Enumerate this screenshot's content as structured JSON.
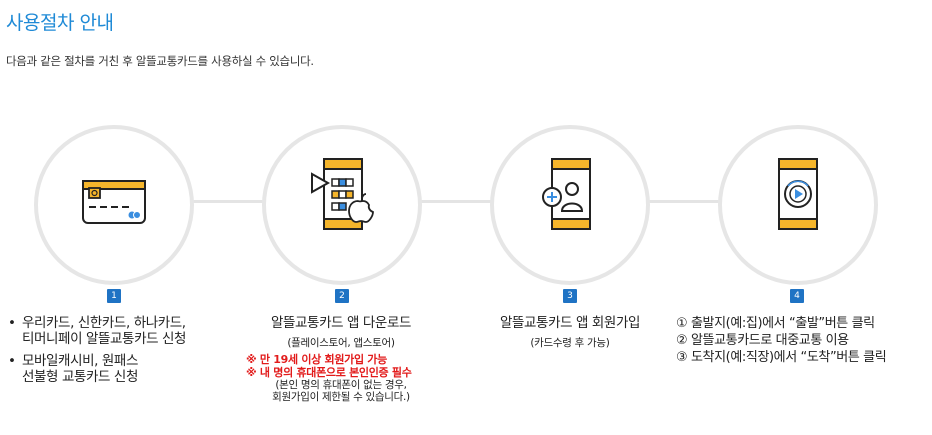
{
  "header": {
    "title": "사용절차 안내",
    "subtitle": "다음과 같은 절차를 거친 후 알뜰교통카드를 사용하실 수 있습니다."
  },
  "steps": [
    {
      "number": "1",
      "icon": "credit-card-icon",
      "bullets": [
        {
          "dot": "•",
          "line1": "우리카드, 신한카드, 하나카드,",
          "line2": "티머니페이  알뜰교통카드 신청"
        },
        {
          "dot": "•",
          "line1": "모바일캐시비, 원패스",
          "line2": "선불형 교통카드 신청"
        }
      ]
    },
    {
      "number": "2",
      "icon": "app-download-icon",
      "title": "알뜰교통카드 앱 다운로드",
      "note": "(플레이스토어, 앱스토어)",
      "warning1": "※ 만 19세 이상 회원가입 가능",
      "warning2": "※ 내 명의 휴대폰으로 본인인증 필수",
      "extra1": "(본인 명의 휴대폰이 없는 경우,",
      "extra2": "회원가입이 제한될 수 있습니다.)"
    },
    {
      "number": "3",
      "icon": "user-signup-icon",
      "title": "알뜰교통카드 앱 회원가입",
      "note": "(카드수령 후 가능)"
    },
    {
      "number": "4",
      "icon": "play-record-icon",
      "line1": "① 출발지(예:집)에서 “출발”버튼 클릭",
      "line2": "② 알뜰교통카드로 대중교통 이용",
      "line3": "③ 도착지(예:직장)에서 “도착”버튼 클릭"
    }
  ],
  "colors": {
    "accent": "#1f8ad6",
    "badge": "#1f73c4",
    "yellow": "#f5b52b",
    "warning": "#e21b1b"
  }
}
